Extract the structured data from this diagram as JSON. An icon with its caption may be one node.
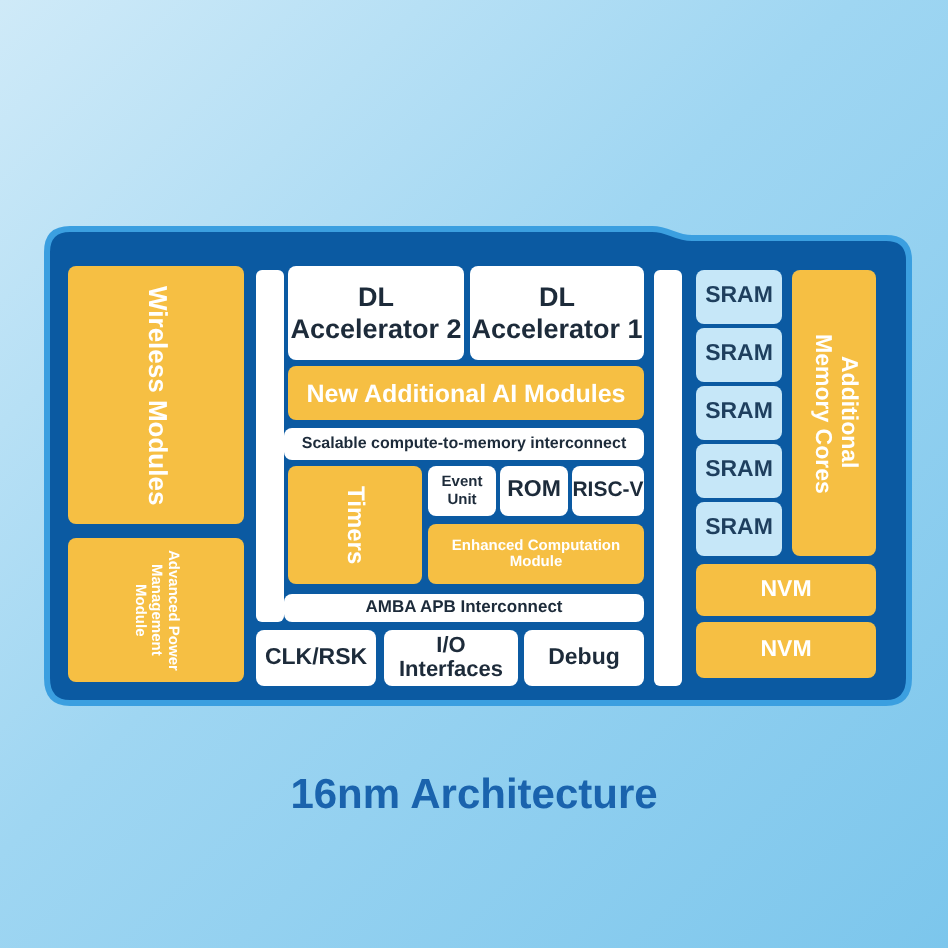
{
  "diagram": {
    "title": "16nm Architecture",
    "nodes": [
      {
        "text": [],
        "shape": "box"
      },
      {
        "text": [
          "Wireless Modules"
        ],
        "in": 0
      },
      {
        "text": [
          "Advanced Power Management Module"
        ],
        "in": 0
      },
      {
        "text": [],
        "shape": "bar",
        "in": 0
      },
      {
        "text": [
          "DL Accelerator 2"
        ],
        "in": 0
      },
      {
        "text": [
          "DL Accelerator 1"
        ],
        "in": 0
      },
      {
        "text": [
          "New Additional AI Modules"
        ],
        "in": 0
      },
      {
        "text": [
          "Scalable compute-to-memory interconnect"
        ],
        "in": 0
      },
      {
        "text": [
          "Timers"
        ],
        "in": 0
      },
      {
        "text": [
          "Event Unit"
        ],
        "in": 0
      },
      {
        "text": [
          "ROM"
        ],
        "in": 0
      },
      {
        "text": [
          "RISC-V"
        ],
        "in": 0
      },
      {
        "text": [
          "Enhanced Computation Module"
        ],
        "in": 0
      },
      {
        "text": [
          "AMBA APB Interconnect"
        ],
        "in": 0
      },
      {
        "text": [
          "CLK/RSK"
        ],
        "in": 0
      },
      {
        "text": [
          "I/O Interfaces"
        ],
        "in": 0
      },
      {
        "text": [
          "Debug"
        ],
        "in": 0
      },
      {
        "text": [],
        "shape": "bar",
        "in": 0
      },
      {
        "text": [
          "SRAM"
        ],
        "in": 0
      },
      {
        "text": [
          "SRAM"
        ],
        "in": 0
      },
      {
        "text": [
          "SRAM"
        ],
        "in": 0
      },
      {
        "text": [
          "SRAM"
        ],
        "in": 0
      },
      {
        "text": [
          "SRAM"
        ],
        "in": 0
      },
      {
        "text": [
          "Additional Memory Cores"
        ],
        "in": 0
      },
      {
        "text": [
          "NVM"
        ],
        "in": 0
      },
      {
        "text": [
          "NVM"
        ],
        "in": 0
      }
    ]
  }
}
